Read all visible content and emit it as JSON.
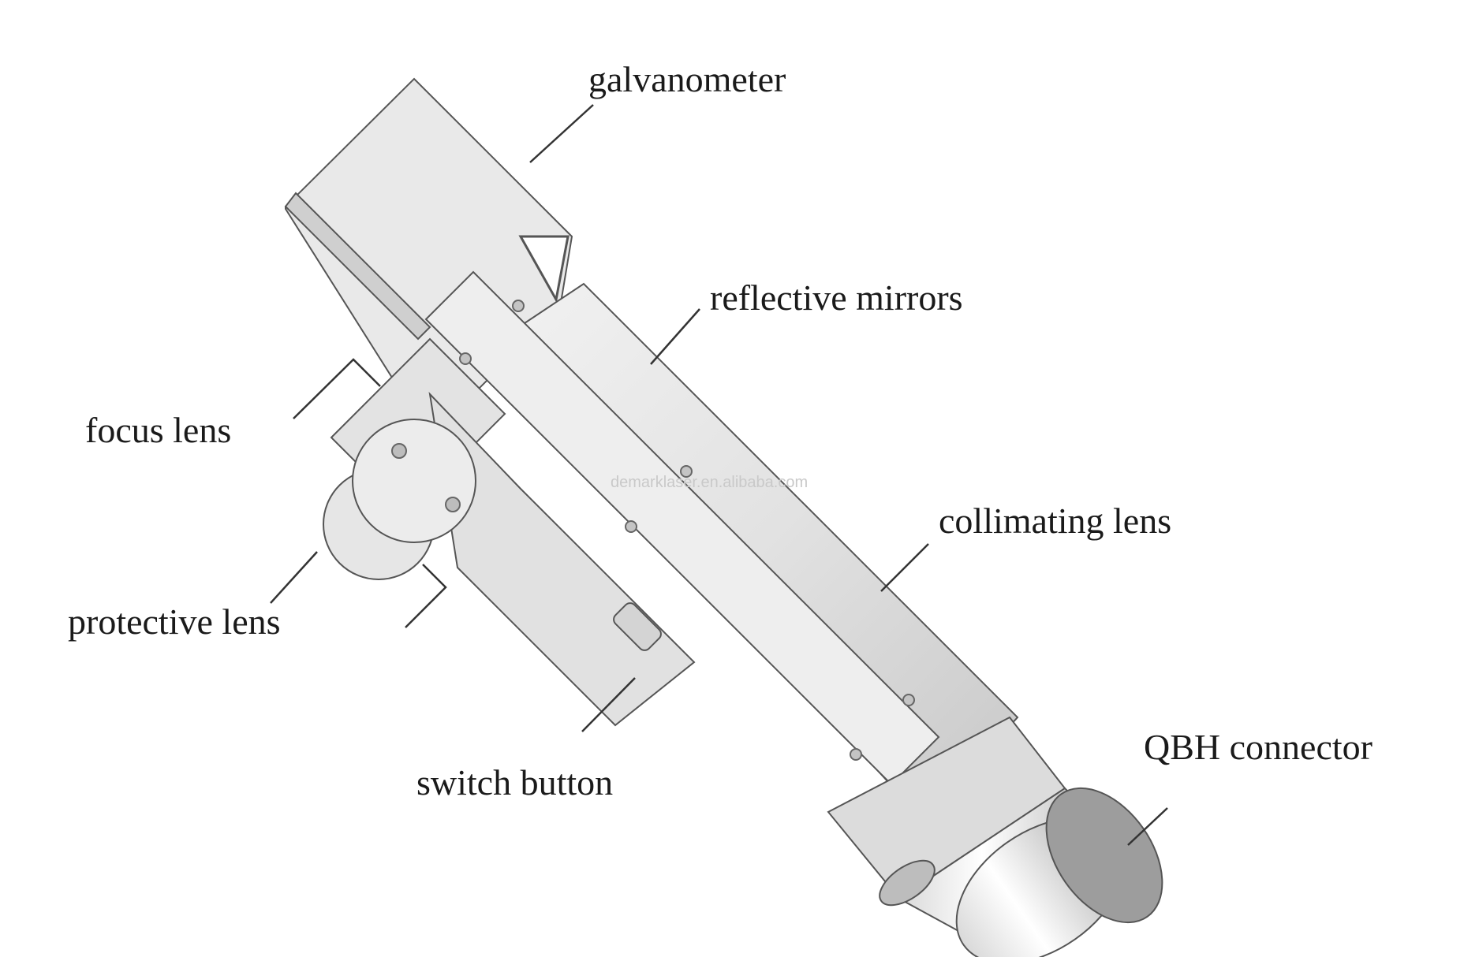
{
  "diagram": {
    "labels": {
      "galvanometer": "galvanometer",
      "reflective_mirrors": "reflective mirrors",
      "focus_lens": "focus lens",
      "collimating_lens": "collimating lens",
      "protective_lens": "protective lens",
      "switch_button": "switch button",
      "qbh_connector": "QBH connector"
    },
    "watermark": "demarklaser.en.alibaba.com",
    "colors": {
      "background": "#ffffff",
      "body_fill": "#e6e6e6",
      "body_shade": "#cfcfcf",
      "outline": "#555555",
      "leader_line": "#333333",
      "label_text": "#1a1a1a"
    }
  }
}
